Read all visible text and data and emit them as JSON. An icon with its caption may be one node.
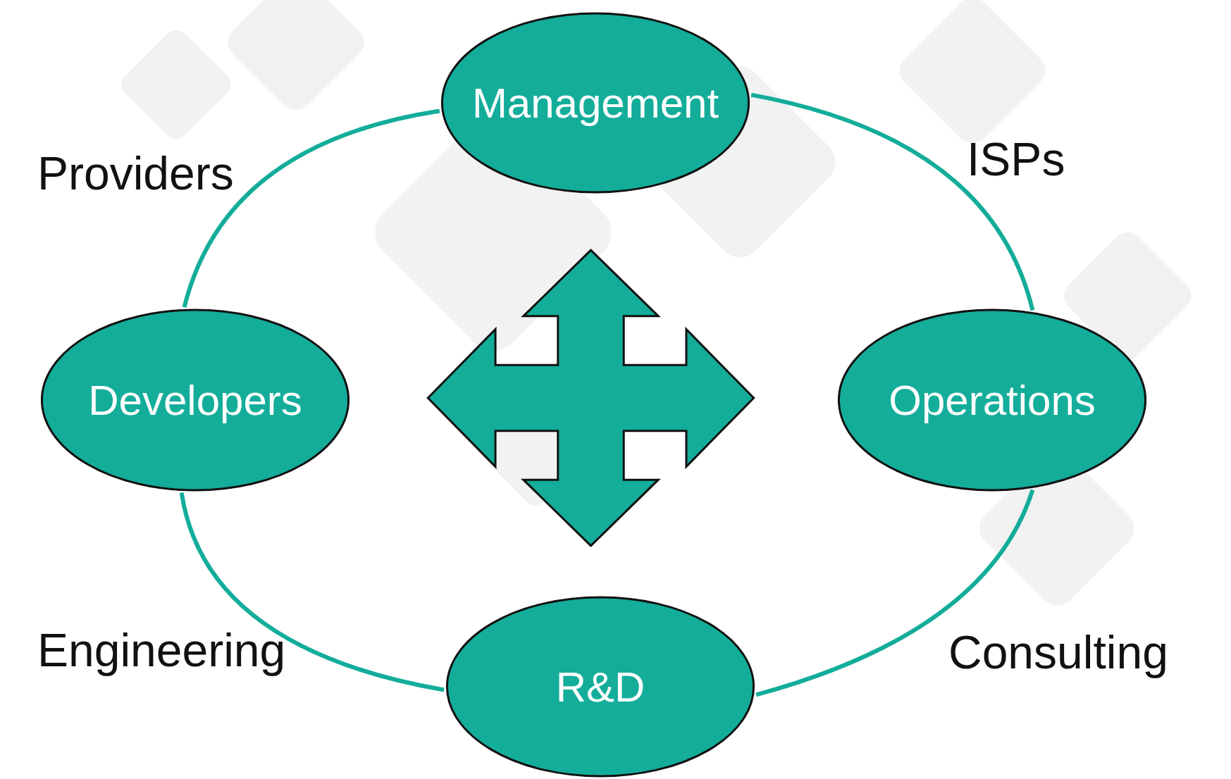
{
  "diagram": {
    "nodes": [
      {
        "text": [
          "Management"
        ]
      },
      {
        "text": [
          "Developers"
        ]
      },
      {
        "text": [],
        "shape": "arrow"
      },
      {
        "text": [
          "Operations"
        ]
      },
      {
        "text": [
          "R&D"
        ]
      }
    ],
    "edges": [
      {
        "from": 0,
        "to": 1,
        "arrow": "none"
      },
      {
        "from": 0,
        "to": 3,
        "arrow": "none"
      },
      {
        "from": 3,
        "to": 4,
        "arrow": "none"
      },
      {
        "from": 4,
        "to": 1,
        "arrow": "none"
      }
    ],
    "labels": [
      "Providers",
      "ISPs",
      "Engineering",
      "Consulting"
    ]
  }
}
